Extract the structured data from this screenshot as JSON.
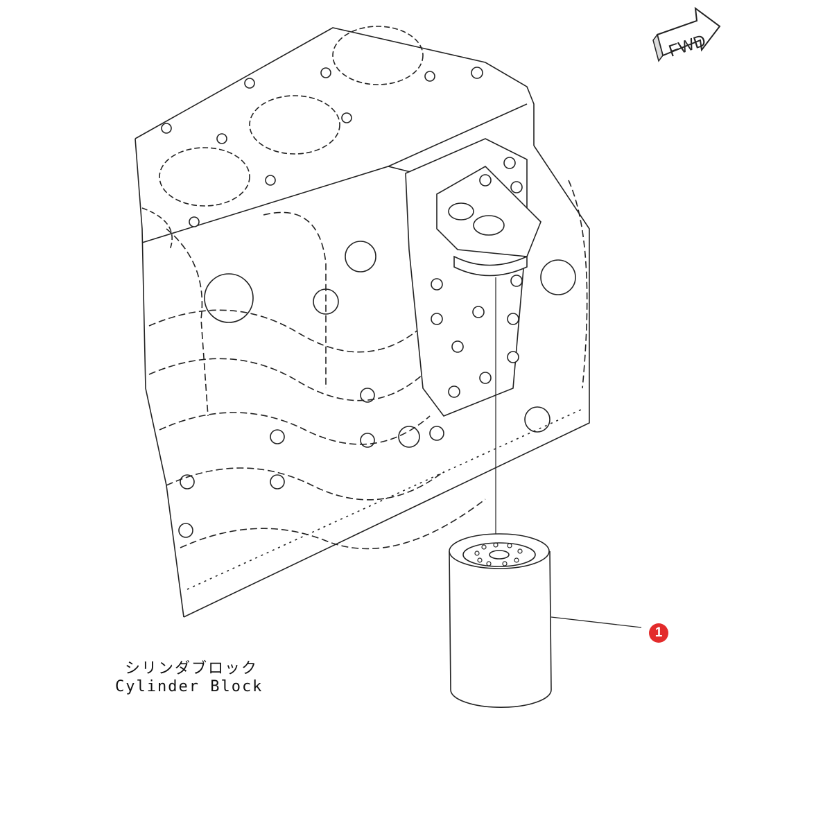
{
  "fwd_indicator": {
    "label": "FWD"
  },
  "reference_label": {
    "japanese": "シリンダブロック",
    "english": "Cylinder Block"
  },
  "callouts": [
    {
      "number": "1",
      "color": "#e32b2b"
    }
  ]
}
